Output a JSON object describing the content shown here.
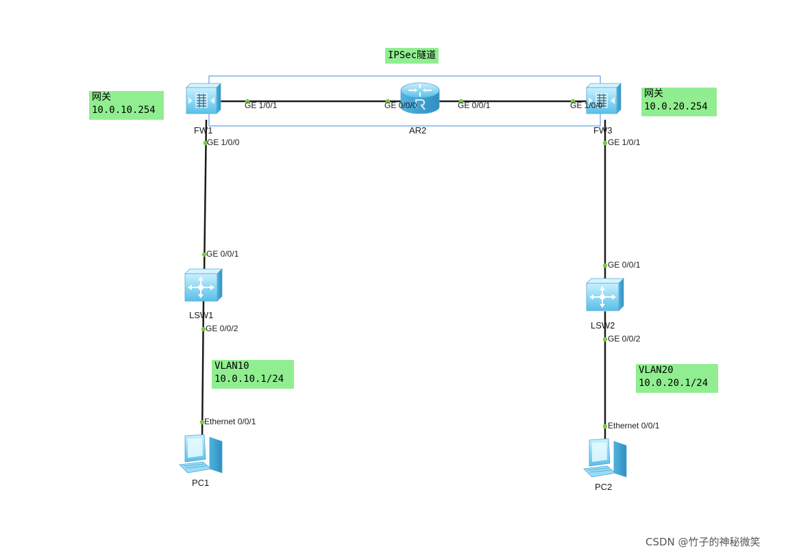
{
  "tunnel": {
    "label": "IPSec隧道"
  },
  "gateways": {
    "left": {
      "title": "网关",
      "address": "10.0.10.254"
    },
    "right": {
      "title": "网关",
      "address": "10.0.20.254"
    }
  },
  "vlans": {
    "left": {
      "name": "VLAN10",
      "address": "10.0.10.1/24"
    },
    "right": {
      "name": "VLAN20",
      "address": "10.0.20.1/24"
    }
  },
  "devices": {
    "fw1": {
      "name": "FW1",
      "kind": "firewall"
    },
    "ar2": {
      "name": "AR2",
      "kind": "router"
    },
    "fw3": {
      "name": "FW3",
      "kind": "firewall"
    },
    "lsw1": {
      "name": "LSW1",
      "kind": "switch"
    },
    "lsw2": {
      "name": "LSW2",
      "kind": "switch"
    },
    "pc1": {
      "name": "PC1",
      "kind": "pc"
    },
    "pc2": {
      "name": "PC2",
      "kind": "pc"
    }
  },
  "ports": {
    "fw1_uplink": "GE 1/0/1",
    "ar2_left": "GE 0/0/0",
    "ar2_right": "GE 0/0/1",
    "fw3_uplink": "GE 1/0/0",
    "fw1_down": "GE 1/0/0",
    "fw3_down": "GE 1/0/1",
    "lsw1_up": "GE 0/0/1",
    "lsw2_up": "GE 0/0/1",
    "lsw1_down": "GE 0/0/2",
    "lsw2_down": "GE 0/0/2",
    "pc1_port": "Ethernet 0/0/1",
    "pc2_port": "Ethernet 0/0/1"
  },
  "watermark": "CSDN @竹子的神秘微笑",
  "colors": {
    "label_bg": "#90ee90",
    "link": "#1a1a1a",
    "port_dot": "#7ac943",
    "tunnel_frame": "#3c8bdc",
    "device_fill": "#7fd0f0"
  }
}
